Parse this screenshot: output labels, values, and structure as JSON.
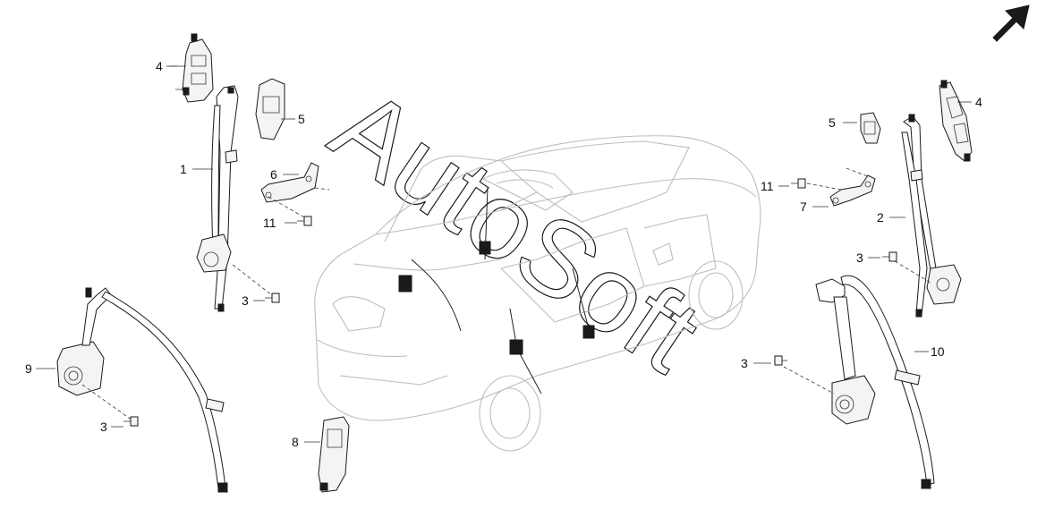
{
  "callouts": {
    "c1": "1",
    "c2": "2",
    "c3a": "3",
    "c3b": "3",
    "c3c": "3",
    "c3d": "3",
    "c4a": "4",
    "c4b": "4",
    "c5a": "5",
    "c5b": "5",
    "c6": "6",
    "c7": "7",
    "c8": "8",
    "c9": "9",
    "c10": "10",
    "c11a": "11",
    "c11b": "11"
  },
  "watermark": "AutoSoft",
  "colors": {
    "line": "#1a1a1a",
    "car_outline": "#bdbdbd",
    "background": "#ffffff"
  },
  "icons": {
    "orientation": "front-direction-arrow-icon"
  }
}
